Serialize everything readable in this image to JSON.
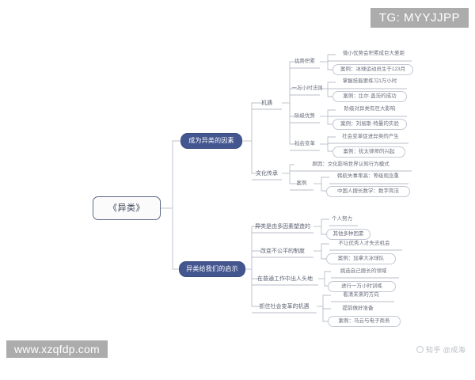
{
  "mindmap": {
    "root": {
      "label": "《异类》"
    },
    "branches": [
      {
        "label": "成为异类的因素",
        "children": [
          {
            "label": "机遇",
            "children": [
              {
                "label": "优势积累",
                "leaves": [
                  "微小优势会积累成巨大差距",
                  "案例：冰球运动员生于123月"
                ]
              },
              {
                "label": "一万小时法则",
                "leaves": [
                  "掌握技能要练习1万小时",
                  "案例：比尔·盖茨的成功"
                ]
              },
              {
                "label": "阶级优势",
                "leaves": [
                  "阶级对异类有巨大影响",
                  "案例：刘易斯·特曼的实验"
                ]
              },
              {
                "label": "社会变革",
                "leaves": [
                  "社会变革促进异类的产生",
                  "案例：犹太律师的兴起"
                ]
              }
            ]
          },
          {
            "label": "文化传承",
            "children": [
              {
                "label": "原因：文化影响世界认知行为模式",
                "leaves": []
              },
              {
                "label": "案例",
                "leaves": [
                  "韩航失事率高：等级观念重",
                  "中国人擅长数学：数字简洁"
                ]
              }
            ]
          }
        ]
      },
      {
        "label": "异类给我们的启示",
        "children": [
          {
            "label": "异类是由多因素塑造的",
            "leaves": [
              "个人努力",
              "其他多种因素"
            ]
          },
          {
            "label": "改变不公平的制度",
            "leaves": [
              "不让优秀人才失去机会",
              "案例：加拿大冰球队"
            ]
          },
          {
            "label": "在普通工作中出人头地",
            "leaves": [
              "挑选自己擅长的领域",
              "进行一万小时训练"
            ]
          },
          {
            "label": "抓住社会变革的机遇",
            "leaves": [
              "看清未来的方向",
              "提前做好准备",
              "案例：马云与电子商务"
            ]
          }
        ]
      }
    ]
  },
  "watermarks": {
    "telegram": "TG: MYYJJPP",
    "site": "www.xzqfdp.com",
    "author": "知乎 @成海"
  },
  "colors": {
    "branch_fill": "#44568f",
    "root_border": "#5b6a87",
    "line": "#b9bec9",
    "leaf_border": "#c3c8d4",
    "watermark_bg": "#a5a5a5"
  }
}
